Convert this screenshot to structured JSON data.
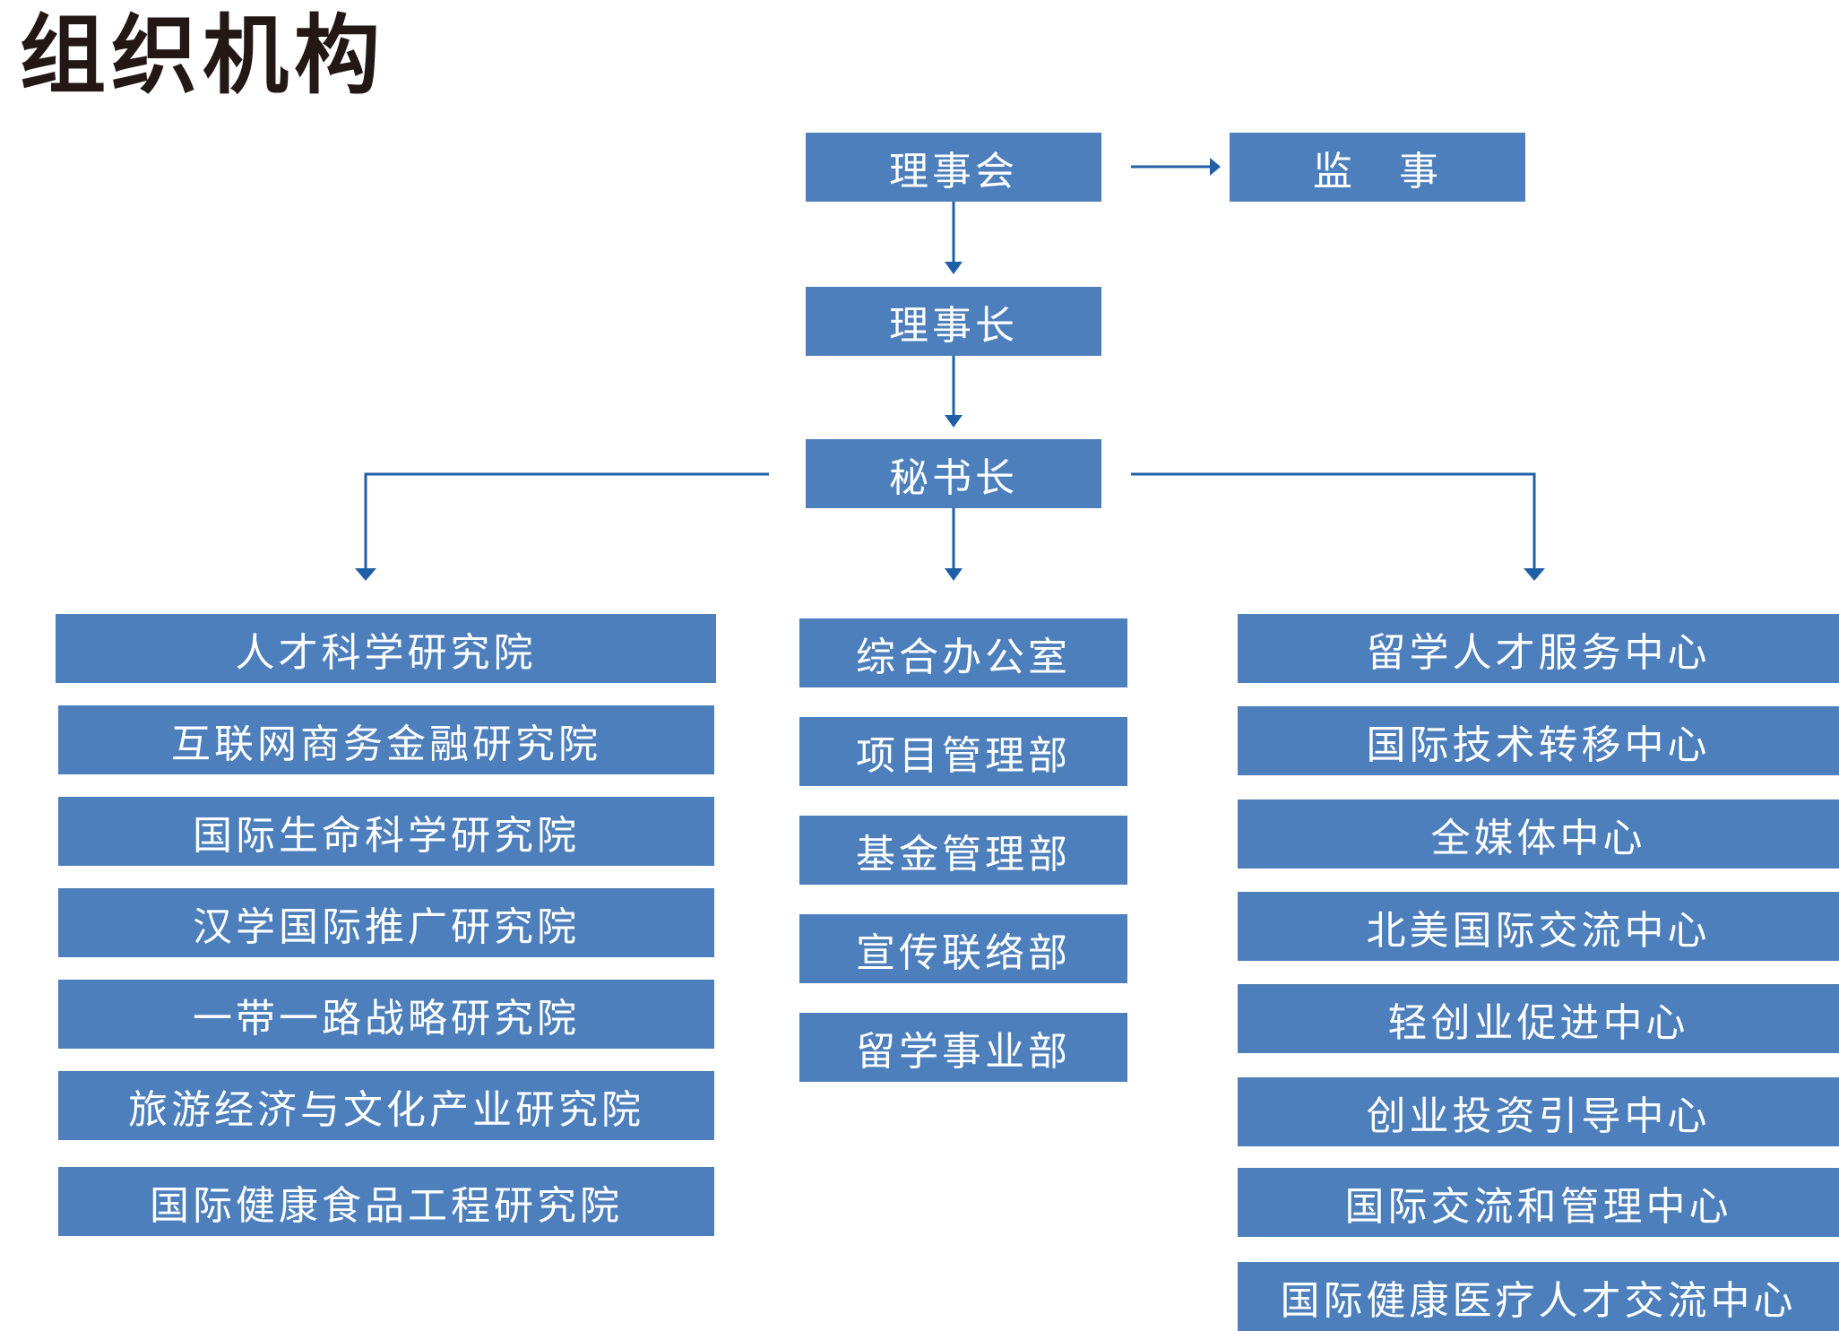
{
  "title": "组织机构",
  "top": {
    "board": "理事会",
    "supervisor": "监　事",
    "chairman": "理事长",
    "secretary_general": "秘书长"
  },
  "institutes": [
    "人才科学研究院",
    "互联网商务金融研究院",
    "国际生命科学研究院",
    "汉学国际推广研究院",
    "一带一路战略研究院",
    "旅游经济与文化产业研究院",
    "国际健康食品工程研究院"
  ],
  "departments": [
    "综合办公室",
    "项目管理部",
    "基金管理部",
    "宣传联络部",
    "留学事业部"
  ],
  "centers": [
    "留学人才服务中心",
    "国际技术转移中心",
    "全媒体中心",
    "北美国际交流中心",
    "轻创业促进中心",
    "创业投资引导中心",
    "国际交流和管理中心",
    "国际健康医疗人才交流中心"
  ],
  "colors": {
    "box": "#4d7fbc",
    "line": "#1f5fa6",
    "title": "#231815"
  }
}
